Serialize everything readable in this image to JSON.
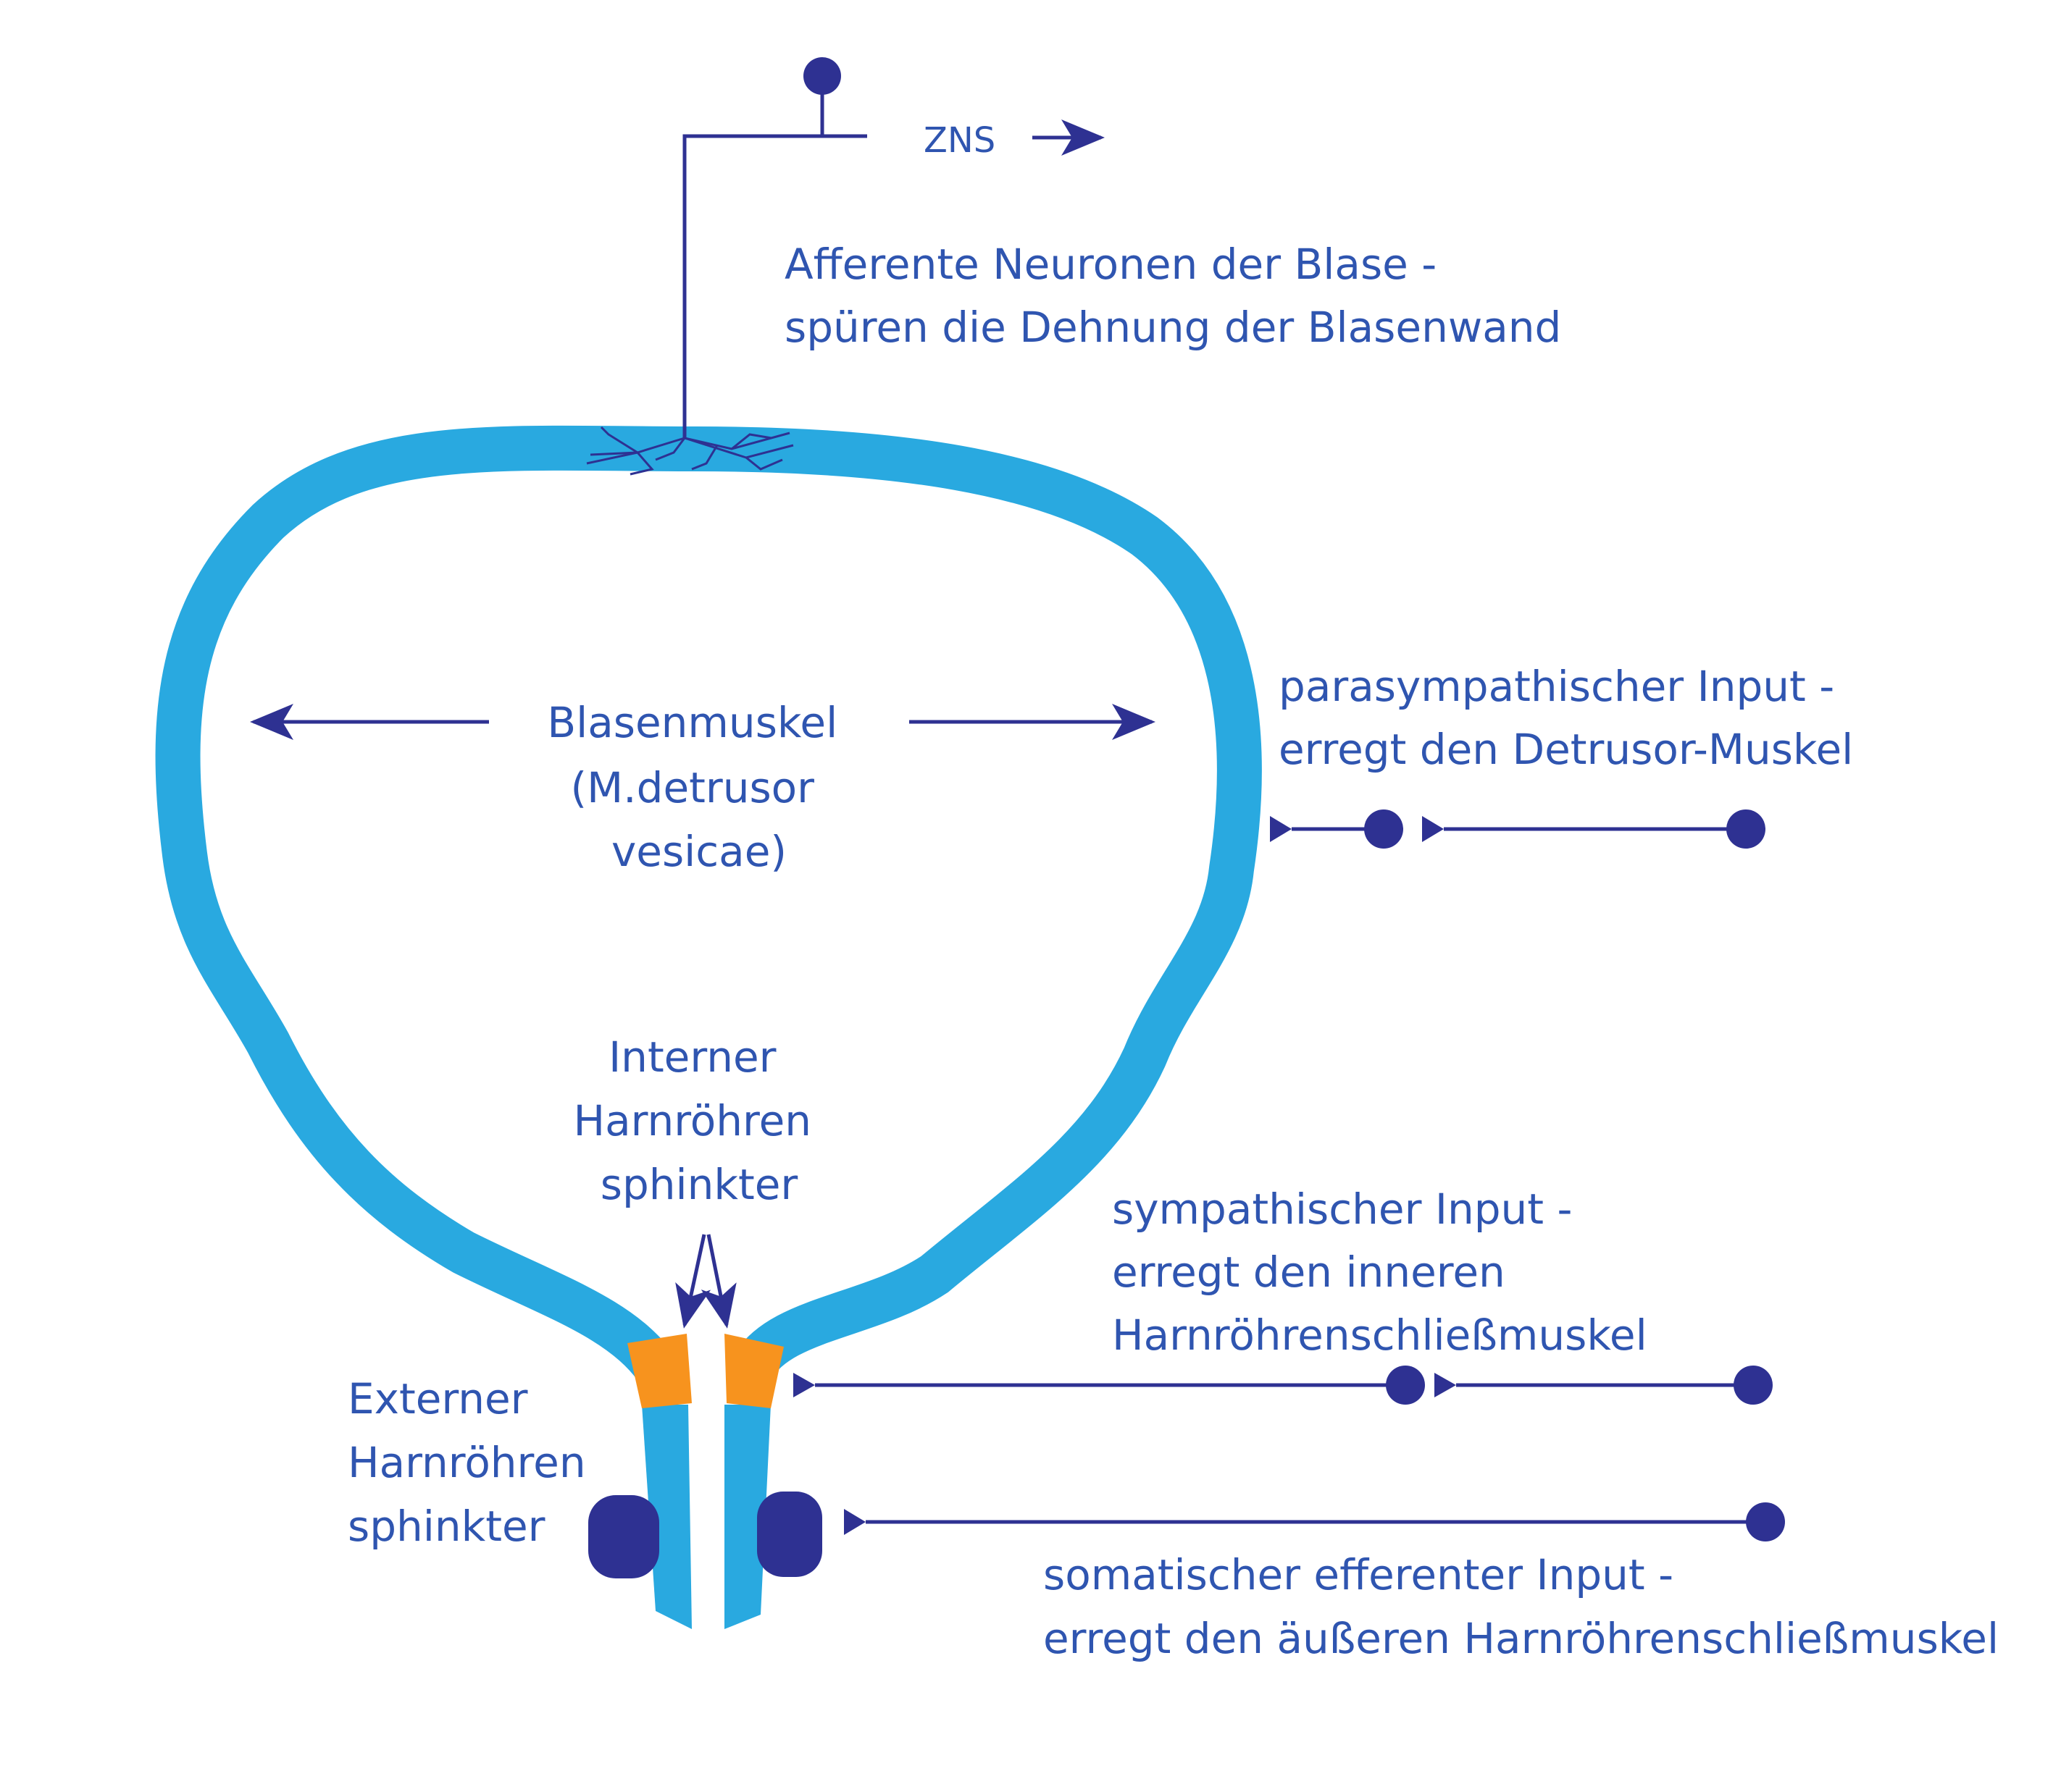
{
  "colors": {
    "bladder_wall": "#29A9E0",
    "internal_sphincter": "#F7931E",
    "external_sphincter": "#2E3192",
    "nerve": "#2E3192",
    "text": "#2F55B0"
  },
  "labels": {
    "zns": "ZNS",
    "afferent": [
      "Afferente Neuronen der Blase -",
      "spüren die Dehnung der Blasenwand"
    ],
    "detrusor": [
      "Blasenmuskel",
      "(M.detrusor",
      "vesicae)"
    ],
    "parasympathetic": [
      "parasympathischer Input -",
      "erregt den Detrusor-Muskel"
    ],
    "internal_sphincter": [
      "Interner",
      "Harnröhren",
      "sphinkter"
    ],
    "sympathetic": [
      "sympathischer Input -",
      "erregt den inneren",
      "Harnröhrenschließmuskel"
    ],
    "external_sphincter": [
      "Externer",
      "Harnröhren",
      "sphinkter"
    ],
    "somatic": [
      "somatischer efferenter Input -",
      "erregt den äußeren Harnröhrenschließmuskel"
    ]
  }
}
